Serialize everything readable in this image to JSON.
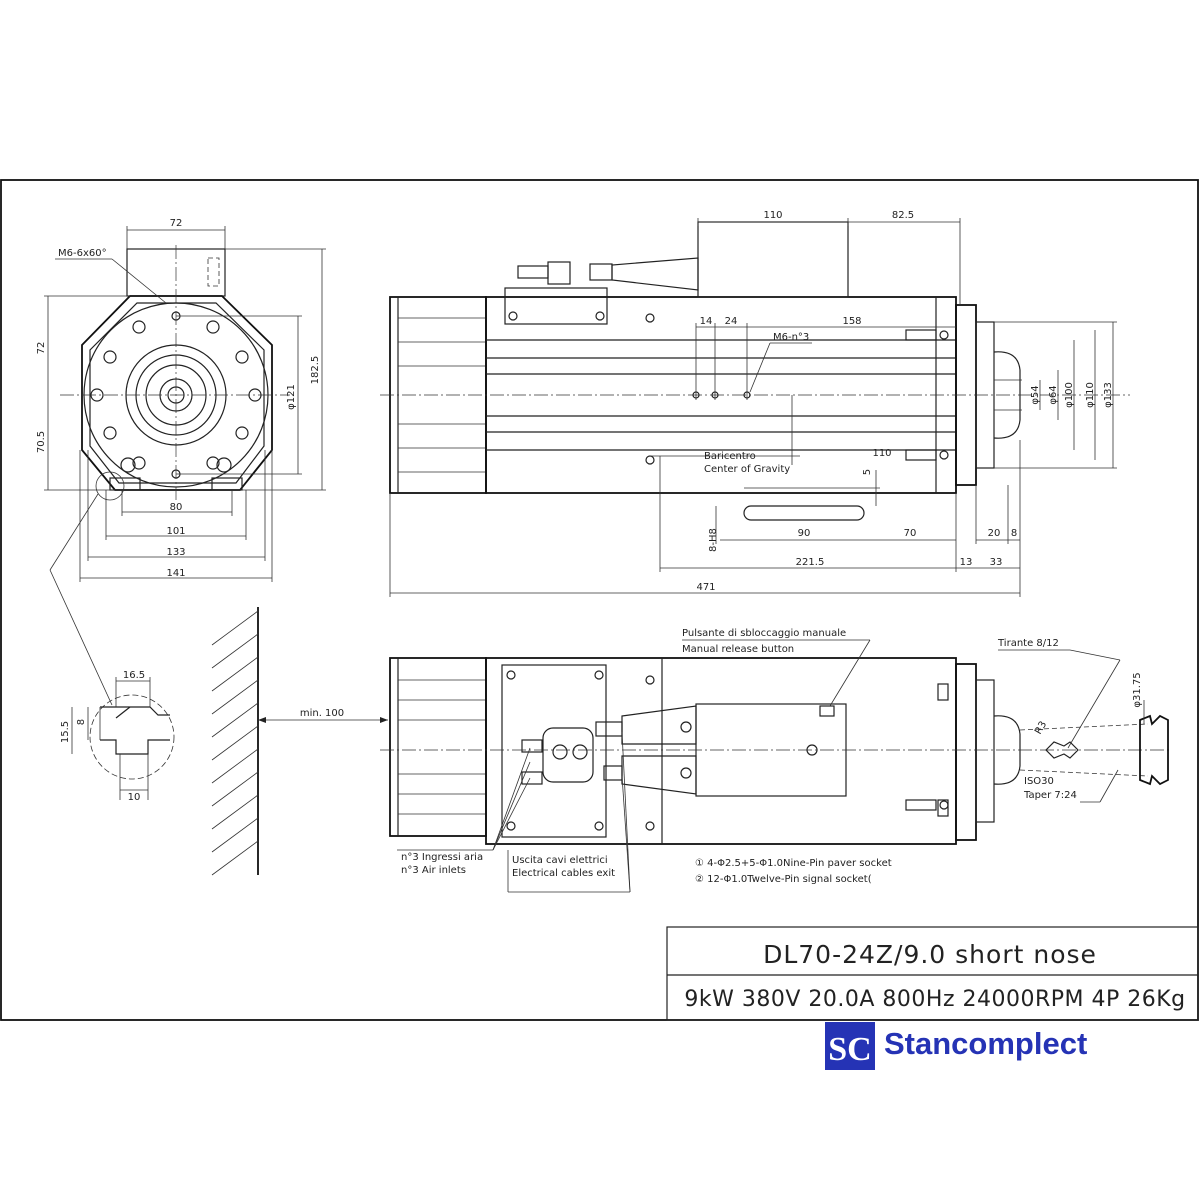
{
  "labels": {
    "thread_front": "M6-6x60°",
    "thread_side": "M6-n°3",
    "baricentro": "Baricentro",
    "center_of_gravity": "Center of Gravity",
    "release_it": "Pulsante di sbloccaggio manuale",
    "release_en": "Manual release button",
    "tirante": "Tirante 8/12",
    "iso": "ISO30",
    "taper": "Taper 7:24",
    "r3": "R3",
    "air_it": "n°3 Ingressi aria",
    "air_en": "n°3 Air inlets",
    "cables_it": "Uscita cavi elettrici",
    "cables_en": "Electrical cables exit",
    "socket1": "① 4-Φ2.5+5-Φ1.0Nine-Pin paver socket",
    "socket2": "② 12-Φ1.0Twelve-Pin signal socket("
  },
  "dimensions": {
    "front_top": "72",
    "front_left_upper": "72",
    "front_left_lower": "70.5",
    "front_height": "182.5",
    "front_dia": "φ121",
    "front_80": "80",
    "front_101": "101",
    "front_133": "133",
    "front_141": "141",
    "side_110": "110",
    "side_82_5": "82.5",
    "side_14": "14",
    "side_24": "24",
    "side_158": "158",
    "side_110b": "110",
    "side_5": "5",
    "side_90": "90",
    "side_70": "70",
    "side_20": "20",
    "side_8": "8",
    "side_8h8": "8-H8",
    "side_221_5": "221.5",
    "side_13": "13",
    "side_33": "33",
    "side_471": "471",
    "side_d54": "φ54",
    "side_d64": "φ64",
    "side_d100": "φ100",
    "side_d110": "φ110",
    "side_d133": "φ133",
    "det_16_5": "16.5",
    "det_15_5": "15.5",
    "det_8": "8",
    "det_10": "10",
    "min_100": "min. 100",
    "d31_75": "φ31.75"
  },
  "title_block": {
    "model": "DL70-24Z/9.0 short nose",
    "spec": "9kW 380V 20.0A 800Hz 24000RPM 4P 26Kg"
  },
  "logo": {
    "mark": "SC",
    "name": "Stancomplect",
    "color": "#2533b5"
  }
}
